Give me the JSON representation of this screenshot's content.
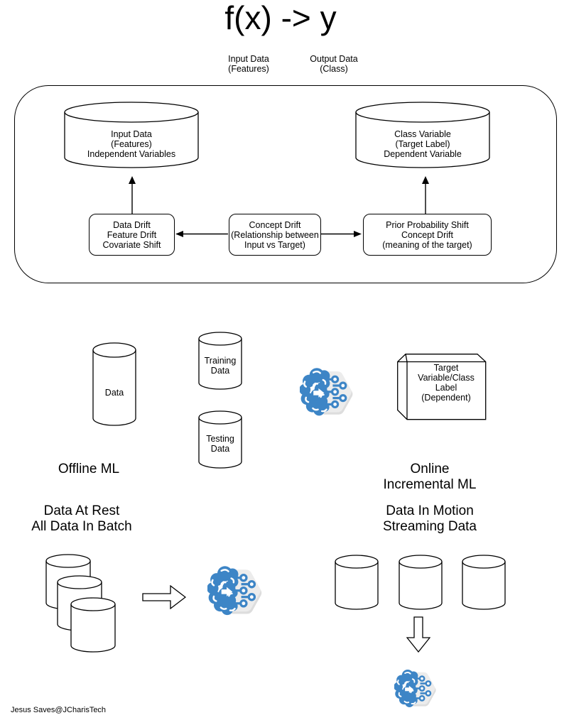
{
  "header": {
    "title": "f(x) -> y",
    "input_label": "Input Data\n(Features)",
    "output_label": "Output Data\n(Class)"
  },
  "drift": {
    "input_cylinder": "Input Data\n(Features)\nIndependent Variables",
    "class_cylinder": "Class Variable\n(Target Label)\nDependent Variable",
    "data_drift_box": "Data Drift\nFeature Drift\nCovariate Shift",
    "concept_drift_box": "Concept Drift\n(Relationship between\nInput vs Target)",
    "prior_shift_box": "Prior Probability Shift\nConcept Drift\n(meaning of the target)"
  },
  "offline": {
    "data_cylinder": "Data",
    "training_cylinder": "Training\nData",
    "testing_cylinder": "Testing\nData",
    "title": "Offline ML",
    "subtitle": "Data At Rest\nAll Data In Batch"
  },
  "online": {
    "target_box": "Target\nVariable/Class\nLabel\n(Dependent)",
    "title": "Online\nIncremental ML",
    "subtitle": "Data In Motion\nStreaming Data"
  },
  "footer": {
    "watermark": "Jesus Saves@JCharisTech"
  },
  "colors": {
    "brain_blue": "#3d85c6",
    "plate_gray": "#ececec",
    "stroke": "#000000"
  }
}
